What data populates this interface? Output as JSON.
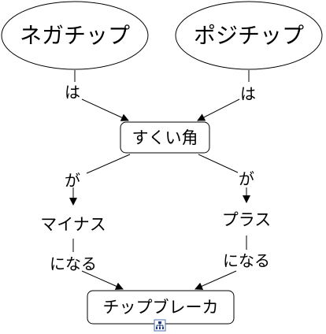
{
  "nodes": {
    "negative_chip": "ネガチップ",
    "positive_chip": "ポジチップ",
    "rake_angle": "すくい角",
    "minus": "マイナス",
    "plus": "プラス",
    "chip_breaker": "チップブレーカ"
  },
  "links": {
    "wa_left": "は",
    "wa_right": "は",
    "ga_left": "が",
    "ga_right": "が",
    "naru_left": "になる",
    "naru_right": "になる"
  },
  "icons": {
    "corner_badge": "hierarchy-icon"
  }
}
